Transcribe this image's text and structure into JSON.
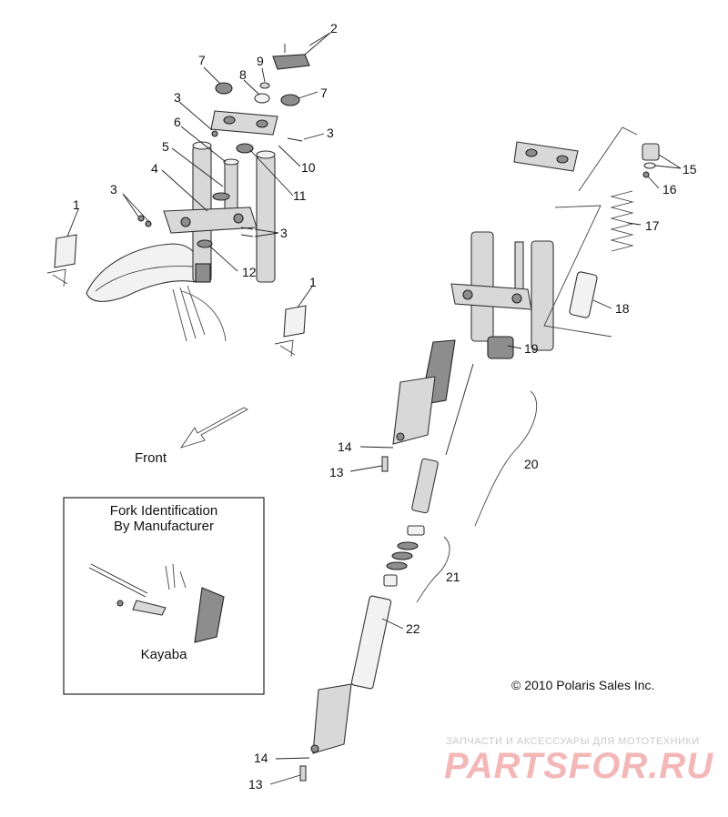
{
  "callouts": {
    "c1a": "1",
    "c1b": "1",
    "c2": "2",
    "c3a": "3",
    "c3b": "3",
    "c3c": "3",
    "c3d": "3",
    "c4": "4",
    "c5": "5",
    "c6": "6",
    "c7a": "7",
    "c7b": "7",
    "c8": "8",
    "c9": "9",
    "c10": "10",
    "c11": "11",
    "c12": "12",
    "c13a": "13",
    "c13b": "13",
    "c14a": "14",
    "c14b": "14",
    "c15": "15",
    "c16": "16",
    "c17": "17",
    "c18": "18",
    "c19": "19",
    "c20": "20",
    "c21": "21",
    "c22": "22"
  },
  "direction_label": "Front",
  "identification_box": {
    "title_line1": "Fork Identification",
    "title_line2": "By Manufacturer",
    "manufacturer": "Kayaba"
  },
  "copyright": "© 2010 Polaris Sales Inc.",
  "watermark": {
    "tagline": "ЗАПЧАСТИ И АКСЕССУАРЫ ДЛЯ МОТОТЕХНИКИ",
    "logo": "PARTSFOR.RU"
  }
}
